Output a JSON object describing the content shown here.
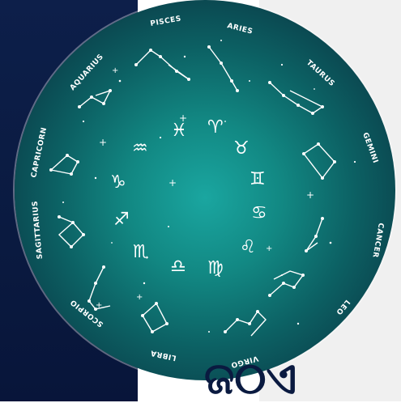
{
  "signs": [
    {
      "name": "PISCES",
      "symbol": "♓"
    },
    {
      "name": "ARIES",
      "symbol": "♈"
    },
    {
      "name": "TAURUS",
      "symbol": "♉"
    },
    {
      "name": "GEMINI",
      "symbol": "♊"
    },
    {
      "name": "CANCER",
      "symbol": "♋"
    },
    {
      "name": "LEO",
      "symbol": "♌"
    },
    {
      "name": "VIRGO",
      "symbol": "♍"
    },
    {
      "name": "LIBRA",
      "symbol": "♎"
    },
    {
      "name": "SCORPIO",
      "symbol": "♏"
    },
    {
      "name": "SAGITTARIUS",
      "symbol": "♐"
    },
    {
      "name": "CAPRICORN",
      "symbol": "♑"
    },
    {
      "name": "AQUARIUS",
      "symbol": "♒"
    }
  ],
  "colors": {
    "navy": "#0d1f4a",
    "wheel_center": "#1aa6a0",
    "wheel_edge": "#0a2b3a",
    "gray": "#f0f0f0",
    "white": "#ffffff"
  },
  "bottom_text": "ଜ୦ଏ"
}
